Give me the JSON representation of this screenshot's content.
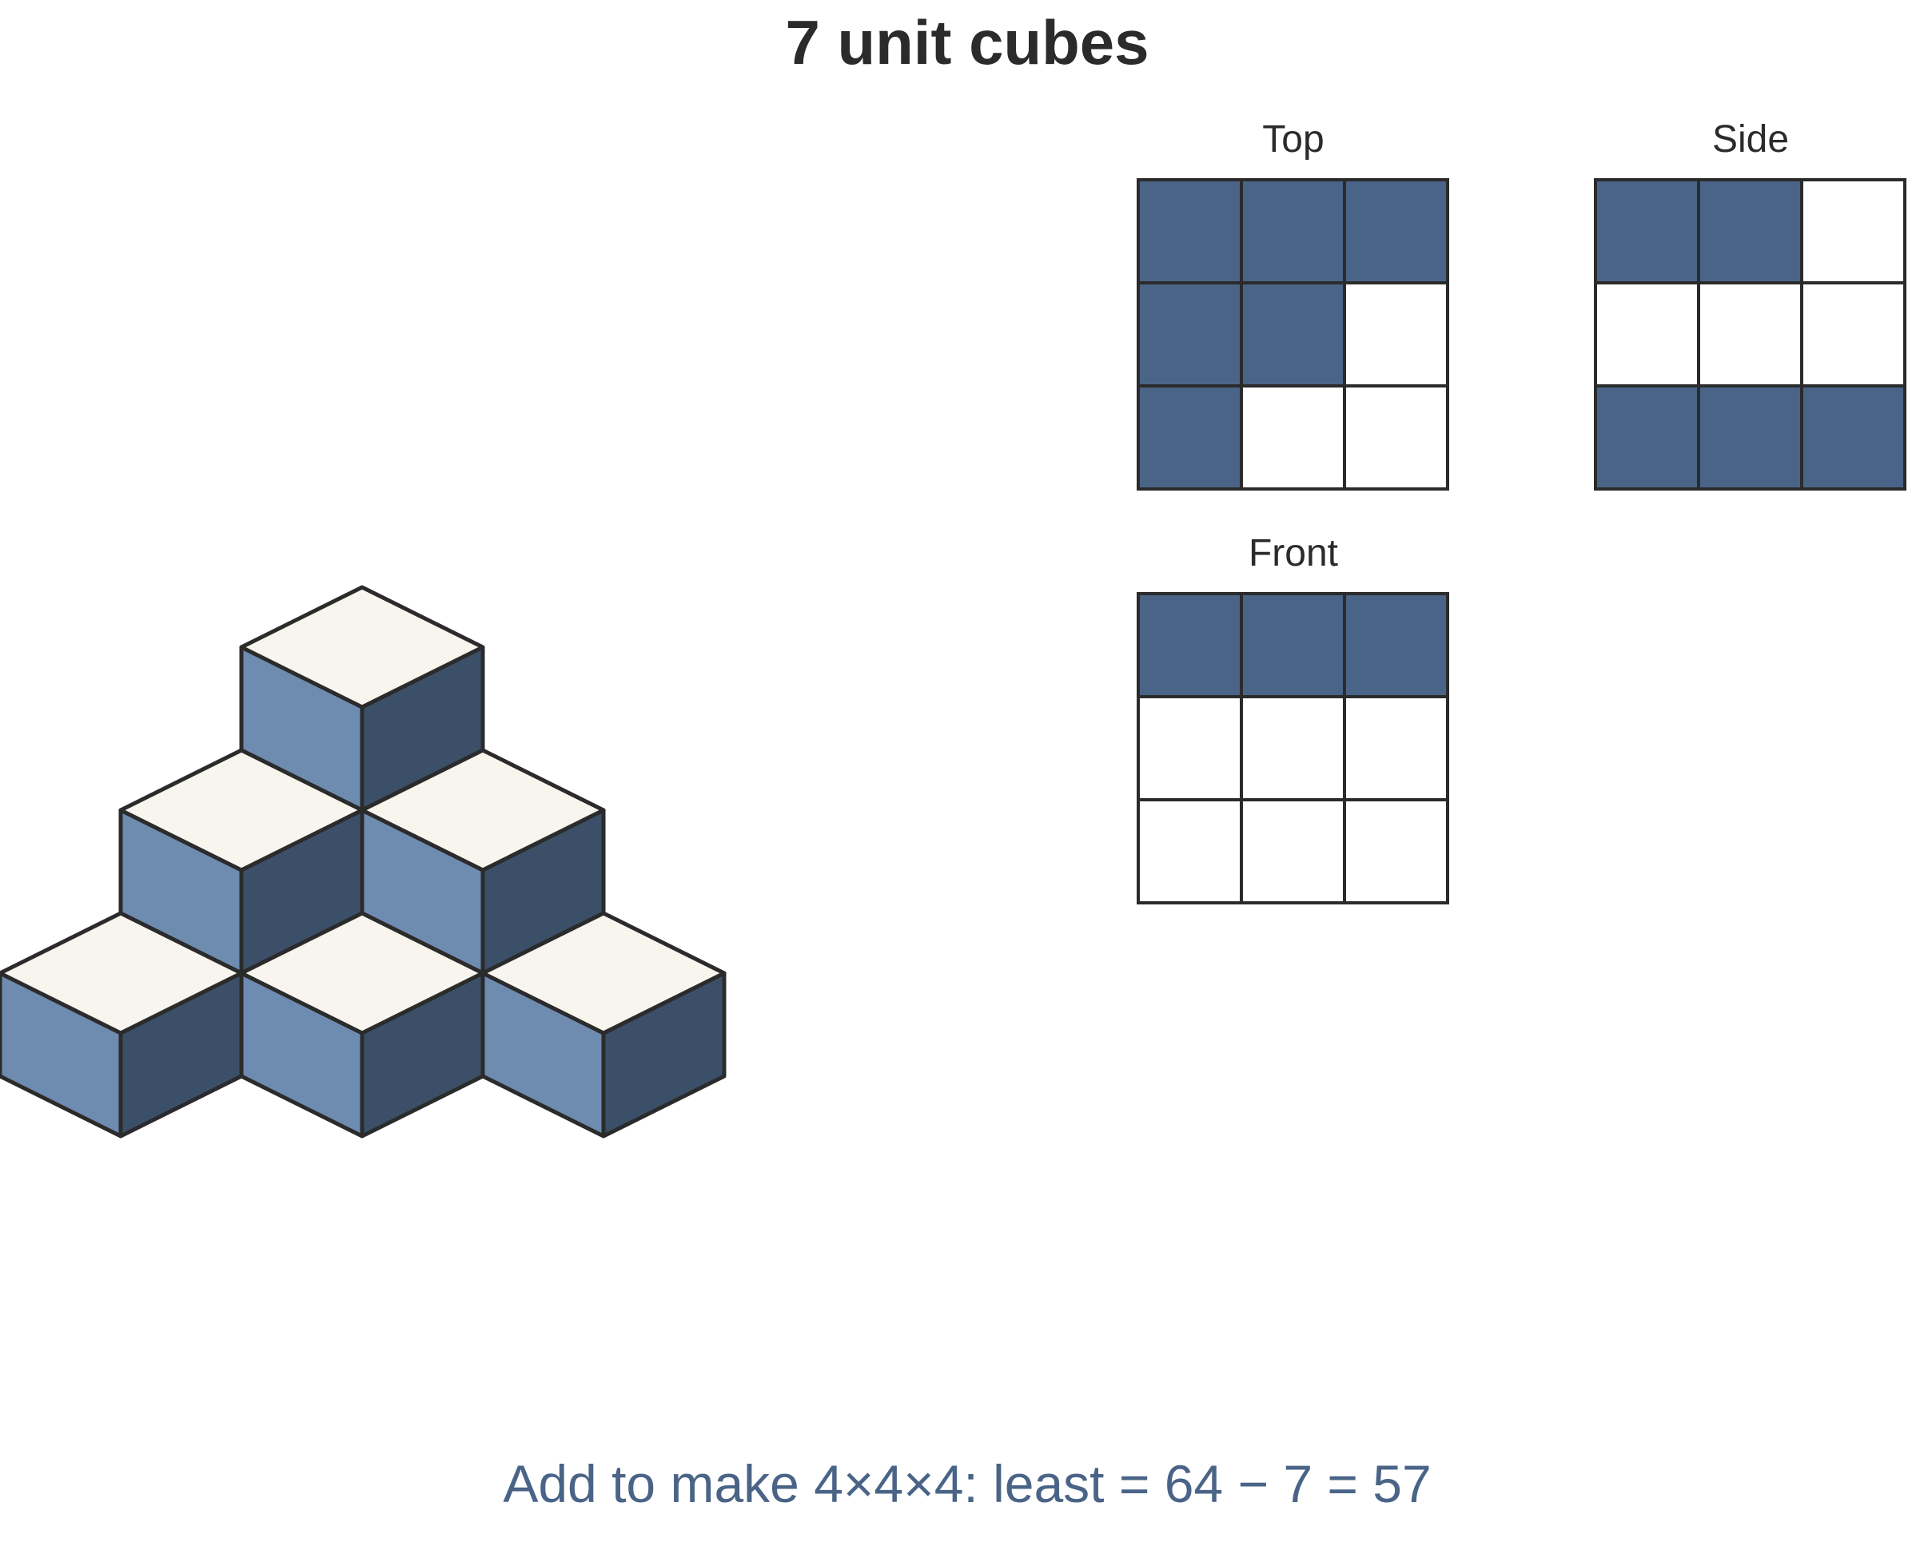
{
  "title": "7 unit cubes",
  "caption": "Add to make 4×4×4: least = 64 − 7 = 57",
  "colors": {
    "filled": "#4a6487",
    "empty": "#ffffff",
    "stroke": "#2b2b2b",
    "cube_top": "#f8f4ee",
    "cube_left": "#6e8bb0",
    "cube_right": "#3b5068",
    "caption": "#4a6487"
  },
  "views": [
    {
      "id": "top",
      "label": "Top",
      "grid": [
        [
          1,
          1,
          1
        ],
        [
          1,
          1,
          0
        ],
        [
          1,
          0,
          0
        ]
      ]
    },
    {
      "id": "side",
      "label": "Side",
      "grid": [
        [
          1,
          1,
          0
        ],
        [
          0,
          0,
          0
        ],
        [
          1,
          1,
          1
        ]
      ]
    },
    {
      "id": "front",
      "label": "Front",
      "grid": [
        [
          1,
          1,
          1
        ],
        [
          0,
          0,
          0
        ],
        [
          0,
          0,
          0
        ]
      ]
    }
  ],
  "cubes": [
    {
      "a": 0,
      "b": 2,
      "z": 0
    },
    {
      "a": 2,
      "b": 0,
      "z": 0
    },
    {
      "a": 1,
      "b": 1,
      "z": 0
    },
    {
      "a": 0,
      "b": 1,
      "z": 1
    },
    {
      "a": 1,
      "b": 0,
      "z": 1
    },
    {
      "a": 0,
      "b": 0,
      "z": 1
    },
    {
      "a": 0,
      "b": 0,
      "z": 2
    }
  ]
}
